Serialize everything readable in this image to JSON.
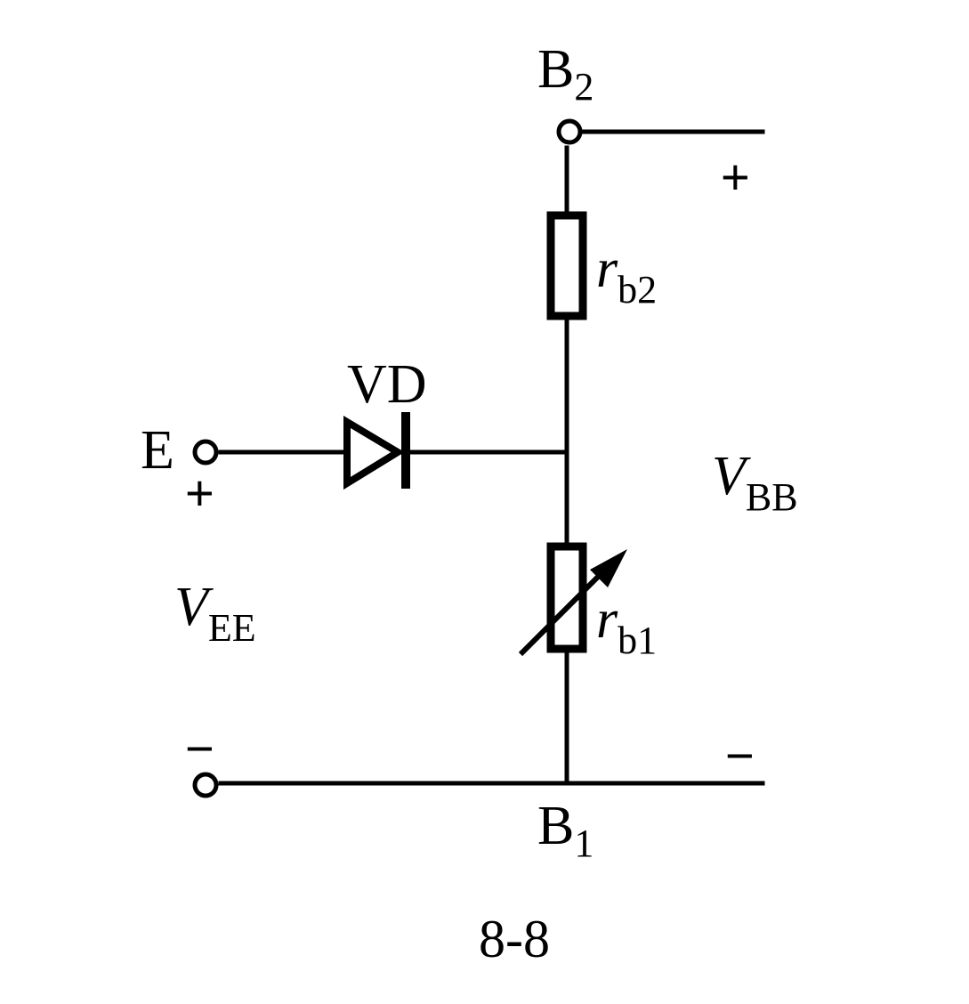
{
  "diagram": {
    "caption": "8-8",
    "nodes": {
      "b2": {
        "letter": "B",
        "subscript": "2"
      },
      "b1": {
        "letter": "B",
        "subscript": "1"
      },
      "e": {
        "letter": "E"
      }
    },
    "components": {
      "rb2": {
        "symbol": "r",
        "subscript": "b2",
        "kind": "fixed-resistor"
      },
      "rb1": {
        "symbol": "r",
        "subscript": "b1",
        "kind": "variable-resistor"
      },
      "diode": {
        "label": "VD",
        "kind": "diode"
      }
    },
    "sources": {
      "vbb": {
        "symbol": "V",
        "subscript": "BB",
        "plus": "+",
        "minus": "−"
      },
      "vee": {
        "symbol": "V",
        "subscript": "EE",
        "plus": "+",
        "minus": "−"
      }
    }
  }
}
